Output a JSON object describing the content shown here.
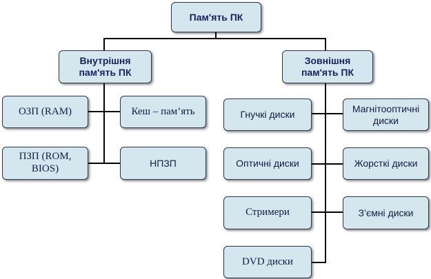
{
  "root": {
    "label": "Пам'ять ПК"
  },
  "internal": {
    "label": "Внутрішня\nпам'ять ПК",
    "children": [
      "ОЗП (RAM)",
      "Кеш – пам’ять",
      "ПЗП (ROM,\nBIOS)",
      "НПЗП"
    ]
  },
  "external": {
    "label": "Зовнішня\nпам'ять ПК",
    "children": [
      "Гнучкі диски",
      "Магнітооптичні\nдиски",
      "Оптичні диски",
      "Жорсткі диски",
      "Стримери",
      "З’ємні диски",
      "DVD диски"
    ]
  },
  "colors": {
    "box_fill": "#d4e7ee",
    "box_border": "#2a3550",
    "line": "#000000",
    "text": "#141a40"
  }
}
